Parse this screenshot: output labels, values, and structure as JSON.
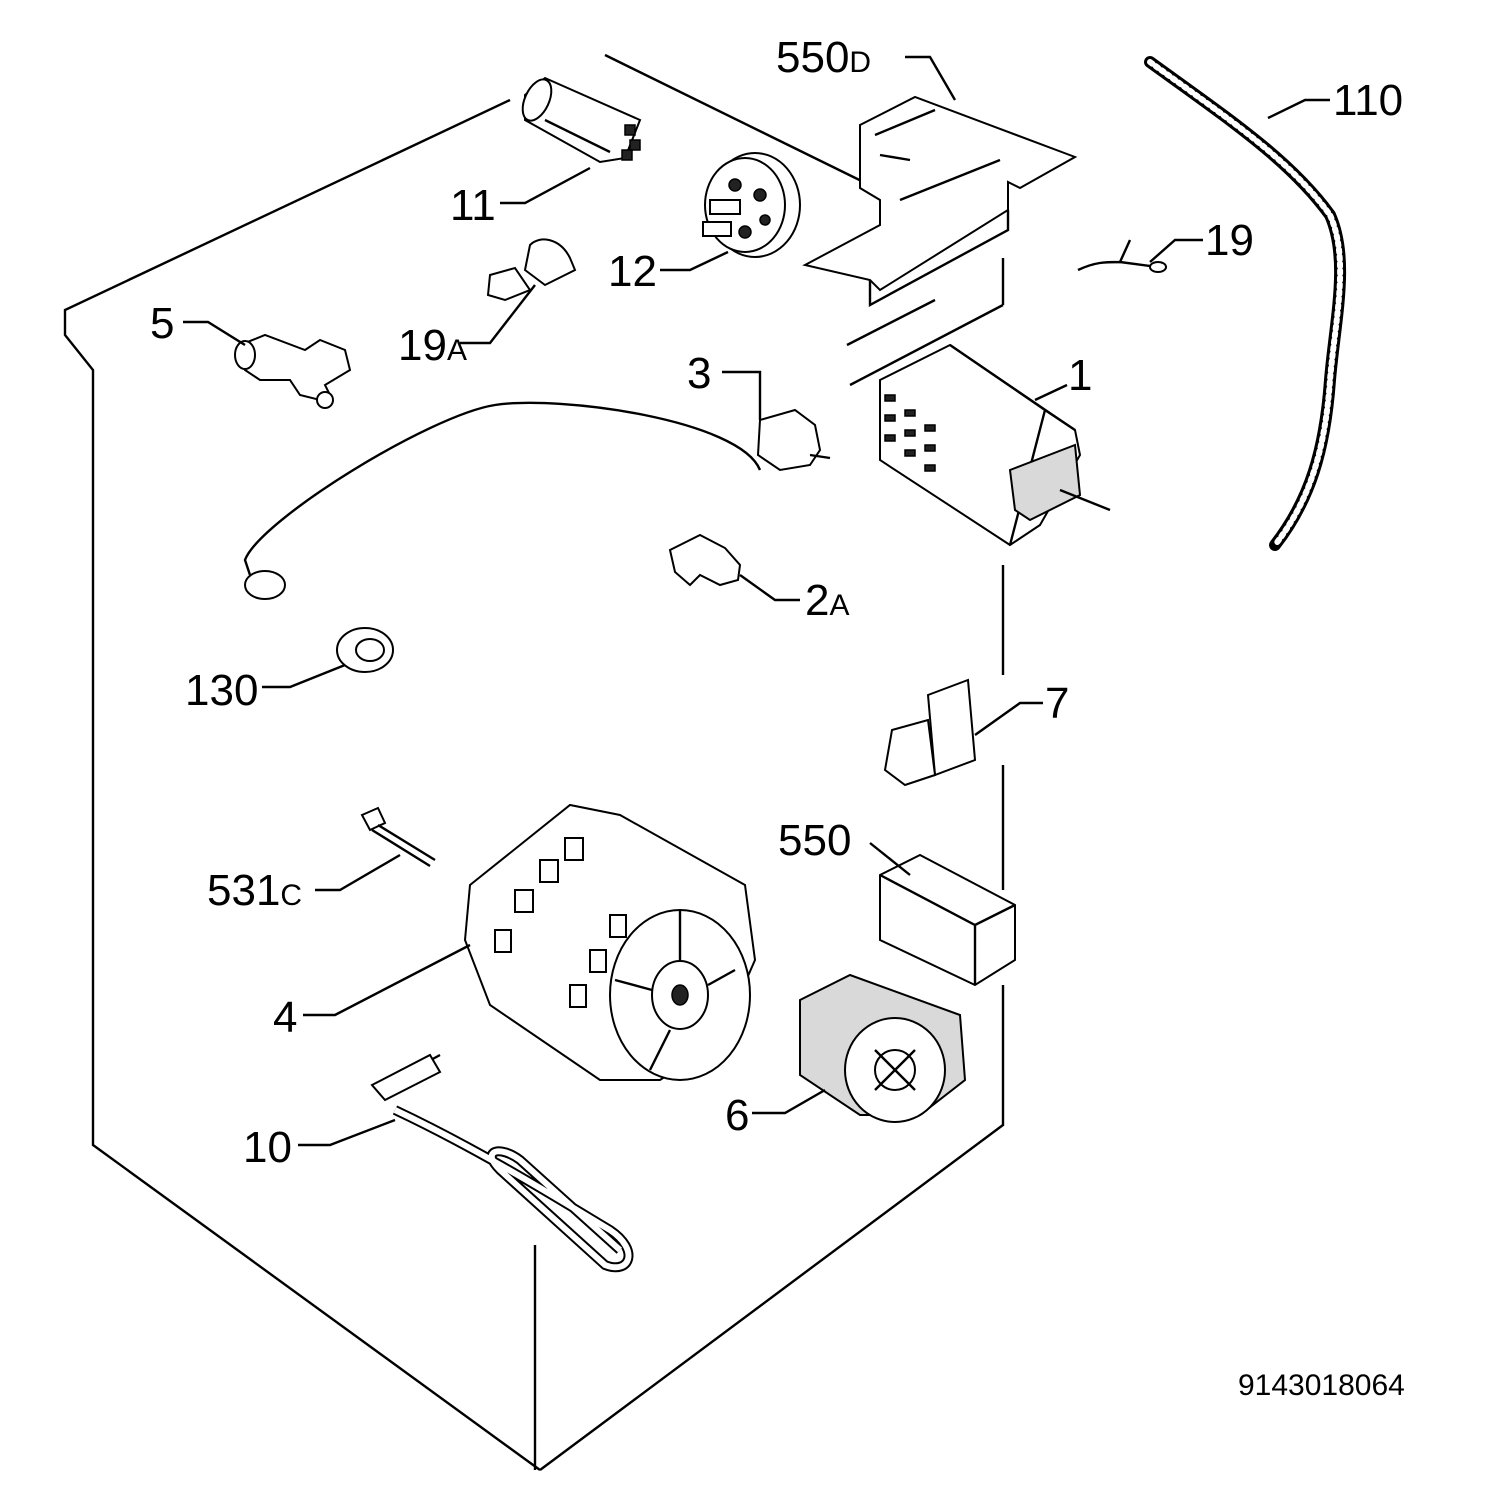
{
  "diagram": {
    "reference_number": "9143018064",
    "callouts": [
      {
        "id": "550d",
        "num": "550",
        "suffix": "D"
      },
      {
        "id": "110",
        "num": "110",
        "suffix": ""
      },
      {
        "id": "11",
        "num": "11",
        "suffix": ""
      },
      {
        "id": "12",
        "num": "12",
        "suffix": ""
      },
      {
        "id": "19",
        "num": "19",
        "suffix": ""
      },
      {
        "id": "19a",
        "num": "19",
        "suffix": "A"
      },
      {
        "id": "5",
        "num": "5",
        "suffix": ""
      },
      {
        "id": "3",
        "num": "3",
        "suffix": ""
      },
      {
        "id": "1",
        "num": "1",
        "suffix": ""
      },
      {
        "id": "2a",
        "num": "2",
        "suffix": "A"
      },
      {
        "id": "130",
        "num": "130",
        "suffix": ""
      },
      {
        "id": "7",
        "num": "7",
        "suffix": ""
      },
      {
        "id": "550",
        "num": "550",
        "suffix": ""
      },
      {
        "id": "531c",
        "num": "531",
        "suffix": "C"
      },
      {
        "id": "4",
        "num": "4",
        "suffix": ""
      },
      {
        "id": "6",
        "num": "6",
        "suffix": ""
      },
      {
        "id": "10",
        "num": "10",
        "suffix": ""
      }
    ]
  }
}
